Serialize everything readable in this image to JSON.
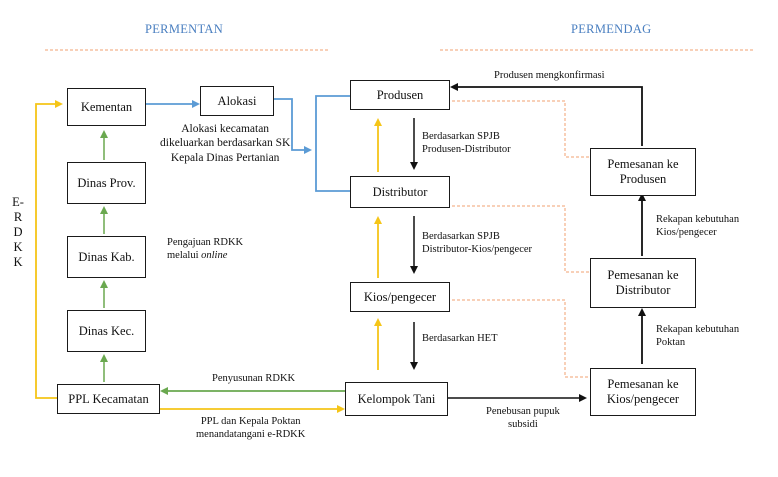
{
  "headers": {
    "left": "PERMENTAN",
    "right": "PERMENDAG"
  },
  "side_label": [
    "E-",
    "R",
    "D",
    "K",
    "K"
  ],
  "nodes": {
    "kementan": "Kementan",
    "alokasi": "Alokasi",
    "dinas_prov": "Dinas Prov.",
    "dinas_kab": "Dinas Kab.",
    "dinas_kec": "Dinas Kec.",
    "ppl": "PPL Kecamatan",
    "produsen": "Produsen",
    "distributor": "Distributor",
    "kios": "Kios/pengecer",
    "kelompok_tani": "Kelompok Tani",
    "pemesanan_produsen_1": "Pemesanan ke",
    "pemesanan_produsen_2": "Produsen",
    "pemesanan_distributor_1": "Pemesanan ke",
    "pemesanan_distributor_2": "Distributor",
    "pemesanan_kios_1": "Pemesanan ke",
    "pemesanan_kios_2": "Kios/pengecer"
  },
  "labels": {
    "alokasi_kec_1": "Alokasi kecamatan",
    "alokasi_kec_2": "dikeluarkan berdasarkan SK",
    "alokasi_kec_3": "Kepala Dinas Pertanian",
    "pengajuan_1": "Pengajuan RDKK",
    "pengajuan_2a": "melalui ",
    "pengajuan_2b": "online",
    "spjb_prod_1": "Berdasarkan SPJB",
    "spjb_prod_2": "Produsen-Distributor",
    "spjb_dist_1": "Berdasarkan SPJB",
    "spjb_dist_2": "Distributor-Kios/pengecer",
    "het": "Berdasarkan HET",
    "produsen_konfirmasi": "Produsen mengkonfirmasi",
    "rekap_kios_1": "Rekapan kebutuhan",
    "rekap_kios_2": "Kios/pengecer",
    "rekap_poktan_1": "Rekapan kebutuhan",
    "rekap_poktan_2": "Poktan",
    "penyusunan": "Penyusunan RDKK",
    "ppl_poktan_1": "PPL dan Kepala Poktan",
    "ppl_poktan_2": "menandatangani e-RDKK",
    "penebusan_1": "Penebusan pupuk",
    "penebusan_2": "subsidi"
  },
  "colors": {
    "green": "#6aa84f",
    "blue": "#5b9bd5",
    "yellow": "#f5c518",
    "black": "#111111",
    "orange_dash": "#f0a070",
    "header_blue": "#4a7fc0"
  }
}
